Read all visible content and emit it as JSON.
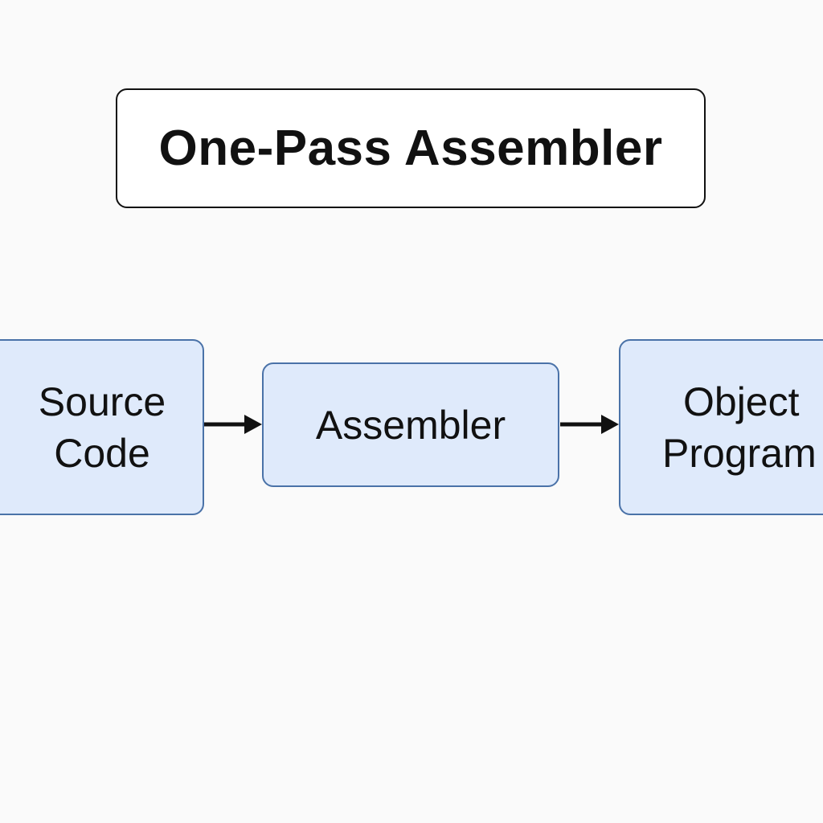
{
  "title": "One-Pass Assembler",
  "nodes": {
    "source": {
      "line1": "Source",
      "line2": "Code"
    },
    "assembler": {
      "line1": "Assembler"
    },
    "object": {
      "line1": "Object",
      "line2": "Program"
    }
  },
  "colors": {
    "node_fill": "#dfeafb",
    "node_border": "#4a72a8",
    "arrow": "#111111"
  }
}
